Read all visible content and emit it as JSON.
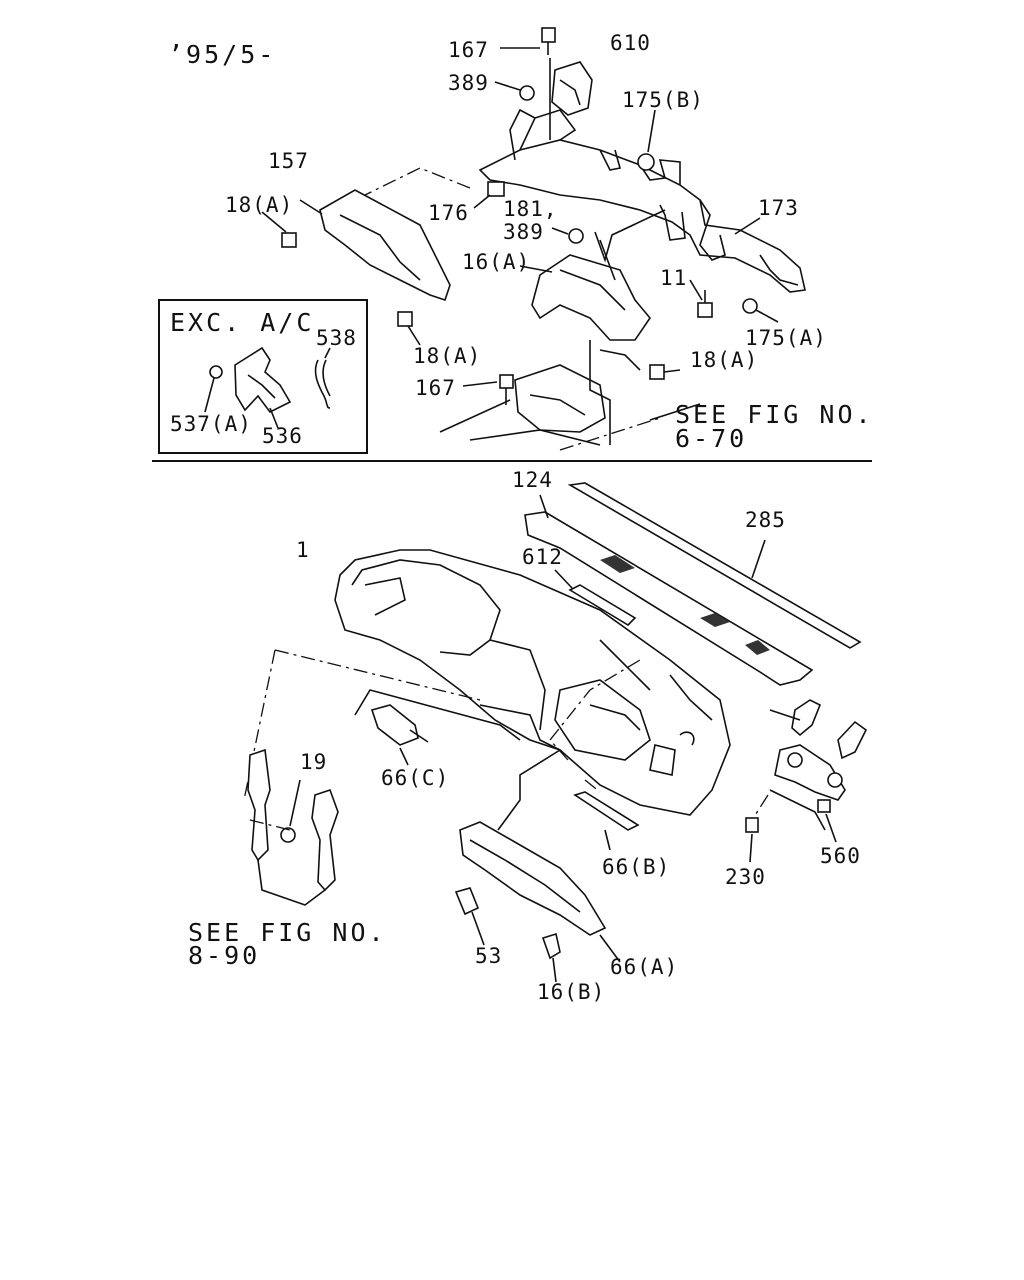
{
  "date_code": "’95/5-",
  "inset_title": "EXC. A/C",
  "refs": {
    "fig_6_70": [
      "SEE FIG NO.",
      "6-70"
    ],
    "fig_8_90": [
      "SEE FIG NO.",
      "8-90"
    ]
  },
  "callouts": {
    "c167_top": "167",
    "c610": "610",
    "c389_top": "389",
    "c175b": "175(B)",
    "c157": "157",
    "c18a_left": "18(A)",
    "c176": "176",
    "c181": "181,",
    "c389_mid": "389",
    "c173": "173",
    "c16a": "16(A)",
    "c11": "11",
    "c175a": "175(A)",
    "c18a_mid": "18(A)",
    "c18a_right": "18(A)",
    "c167_mid": "167",
    "c538": "538",
    "c537a": "537(A)",
    "c536": "536",
    "c124": "124",
    "c285": "285",
    "c1": "1",
    "c612": "612",
    "c19": "19",
    "c66c": "66(C)",
    "c66b": "66(B)",
    "c230": "230",
    "c560": "560",
    "c53": "53",
    "c66a": "66(A)",
    "c16b": "16(B)"
  }
}
